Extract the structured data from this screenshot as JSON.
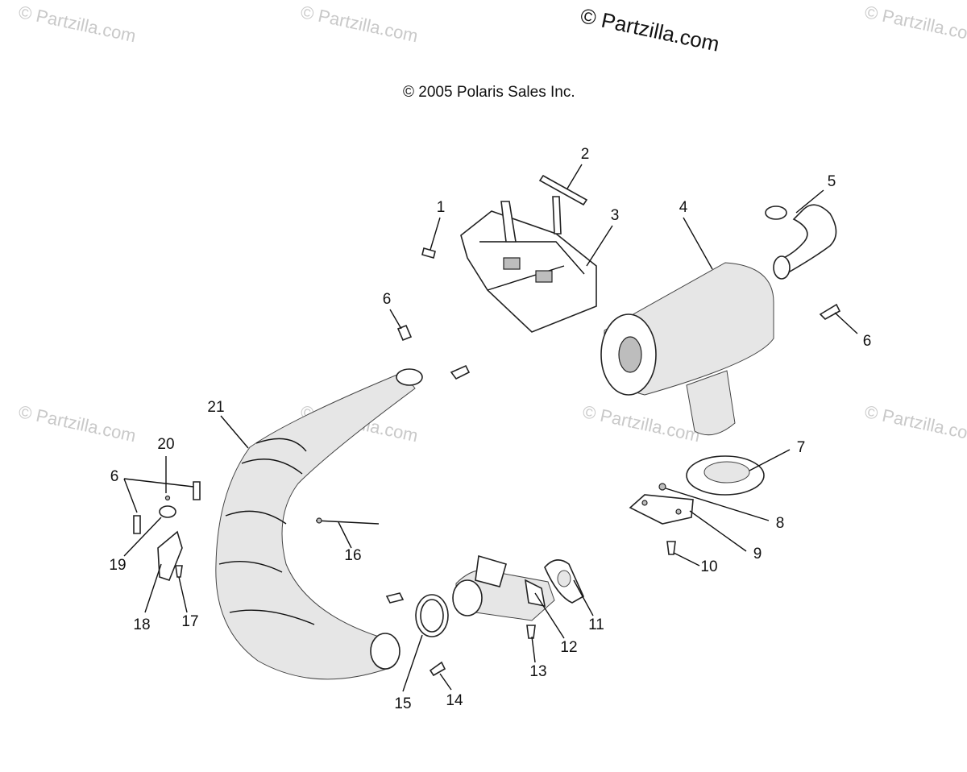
{
  "watermark_main": "© Partzilla.com",
  "watermark_faint": "© Partzilla.com",
  "copyright": "© 2005 Polaris Sales Inc.",
  "callouts": [
    "1",
    "2",
    "3",
    "4",
    "5",
    "6",
    "6",
    "6",
    "7",
    "8",
    "9",
    "10",
    "11",
    "12",
    "13",
    "14",
    "15",
    "16",
    "17",
    "18",
    "19",
    "20",
    "21"
  ]
}
